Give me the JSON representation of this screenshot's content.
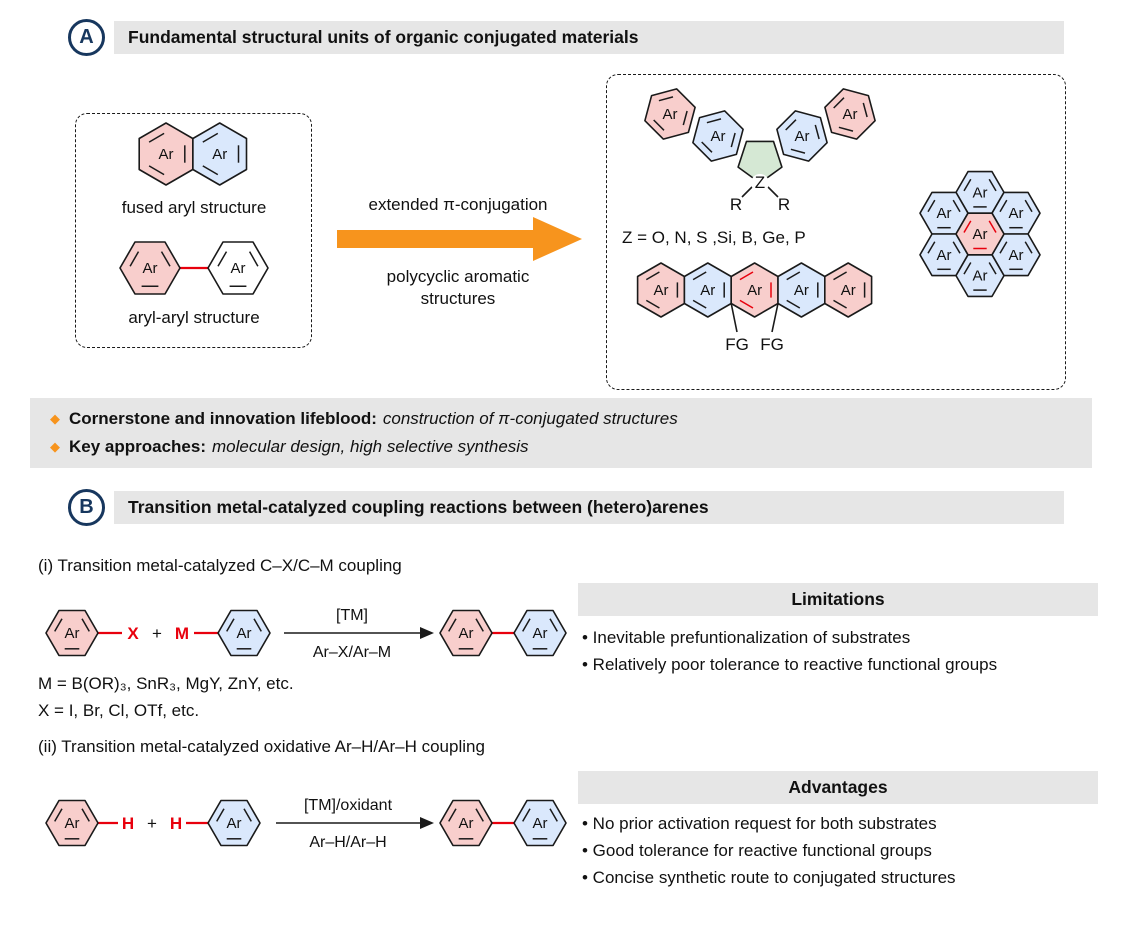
{
  "colors": {
    "pink": "#f8cecc",
    "blue": "#dae8fc",
    "green": "#d5e8d4",
    "white": "#ffffff",
    "red": "#e8000d",
    "orange": "#f7941d",
    "navy": "#17375e",
    "gray_bar": "#e6e6e6",
    "ink": "#1a1a1a"
  },
  "labels": {
    "ar": "Ar",
    "z": "Z",
    "r": "R",
    "fg": "FG",
    "x": "X",
    "m": "M",
    "h": "H",
    "plus": "+"
  },
  "panel_a": {
    "badge": "A",
    "title": "Fundamental structural units of organic conjugated materials",
    "left_box": {
      "fused_caption": "fused aryl structure",
      "aryl_caption": "aryl-aryl structure"
    },
    "arrow": {
      "label_top": "extended π-conjugation",
      "label_bottom_line1": "polycyclic aromatic",
      "label_bottom_line2": "structures"
    },
    "right_box": {
      "z_definition": "Z = O, N, S ,Si, B, Ge, P"
    }
  },
  "key_points": {
    "bullet": "◆",
    "items": [
      {
        "bold": "Cornerstone and innovation lifeblood:",
        "italic": "construction of π-conjugated structures"
      },
      {
        "bold": "Key approaches:",
        "italic": "molecular design, high selective synthesis"
      }
    ]
  },
  "panel_b": {
    "badge": "B",
    "title": "Transition metal-catalyzed coupling reactions between (hetero)arenes",
    "reaction_i": {
      "heading": "(i) Transition metal-catalyzed C–X/C–M coupling",
      "arrow_top": "[TM]",
      "arrow_bottom": "Ar–X/Ar–M",
      "m_definition": "M = B(OR)₃, SnR₃, MgY, ZnY, etc.",
      "x_definition": "X = I, Br, Cl, OTf, etc.",
      "info_box": {
        "title": "Limitations",
        "items": [
          "• Inevitable prefuntionalization of substrates",
          "• Relatively poor tolerance to reactive functional groups"
        ]
      }
    },
    "reaction_ii": {
      "heading": "(ii) Transition metal-catalyzed oxidative Ar–H/Ar–H coupling",
      "arrow_top": "[TM]/oxidant",
      "arrow_bottom": "Ar–H/Ar–H",
      "info_box": {
        "title": "Advantages",
        "items": [
          "• No prior activation request for both substrates",
          "• Good tolerance for reactive functional groups",
          "• Concise synthetic route to conjugated structures"
        ]
      }
    }
  }
}
